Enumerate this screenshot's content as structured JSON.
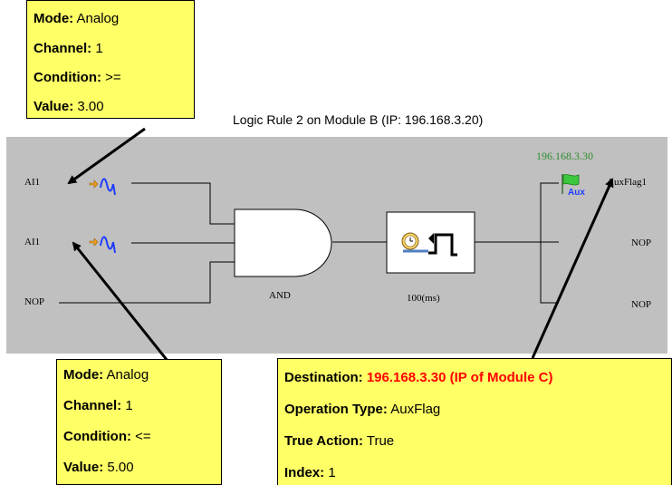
{
  "title": "Logic Rule 2 on Module B (IP: 196.168.3.20)",
  "callout_top": {
    "mode_label": "Mode:",
    "mode_value": "Analog",
    "channel_label": "Channel:",
    "channel_value": "1",
    "condition_label": "Condition:",
    "condition_value": ">=",
    "value_label": "Value:",
    "value_value": "3.00"
  },
  "callout_bottom_left": {
    "mode_label": "Mode:",
    "mode_value": "Analog",
    "channel_label": "Channel:",
    "channel_value": "1",
    "condition_label": "Condition:",
    "condition_value": "<=",
    "value_label": "Value:",
    "value_value": "5.00"
  },
  "callout_bottom_right": {
    "dest_label": "Destination:",
    "dest_value": "196.168.3.30 (IP of Module C)",
    "optype_label": "Operation Type:",
    "optype_value": "AuxFlag",
    "true_label": "True Action:",
    "true_value": "True",
    "index_label": "Index:",
    "index_value": "1"
  },
  "diagram": {
    "inputs": [
      "AI1",
      "AI1",
      "NOP"
    ],
    "gate_label": "AND",
    "timer_label": "100(ms)",
    "dest_ip": "196.168.3.30",
    "aux_icon_text": "Aux",
    "outputs": [
      "AuxFlag1",
      "NOP",
      "NOP"
    ]
  },
  "colors": {
    "callout_bg": "#ffff66",
    "panel_bg": "#c0c0c0",
    "highlight": "#ff0000",
    "ip_green": "#2e8b2e",
    "signal_blue": "#1e3cff",
    "arrow_orange": "#f0a020"
  },
  "icons": [
    "analog-signal-icon",
    "timer-delay-icon",
    "aux-flag-icon"
  ]
}
